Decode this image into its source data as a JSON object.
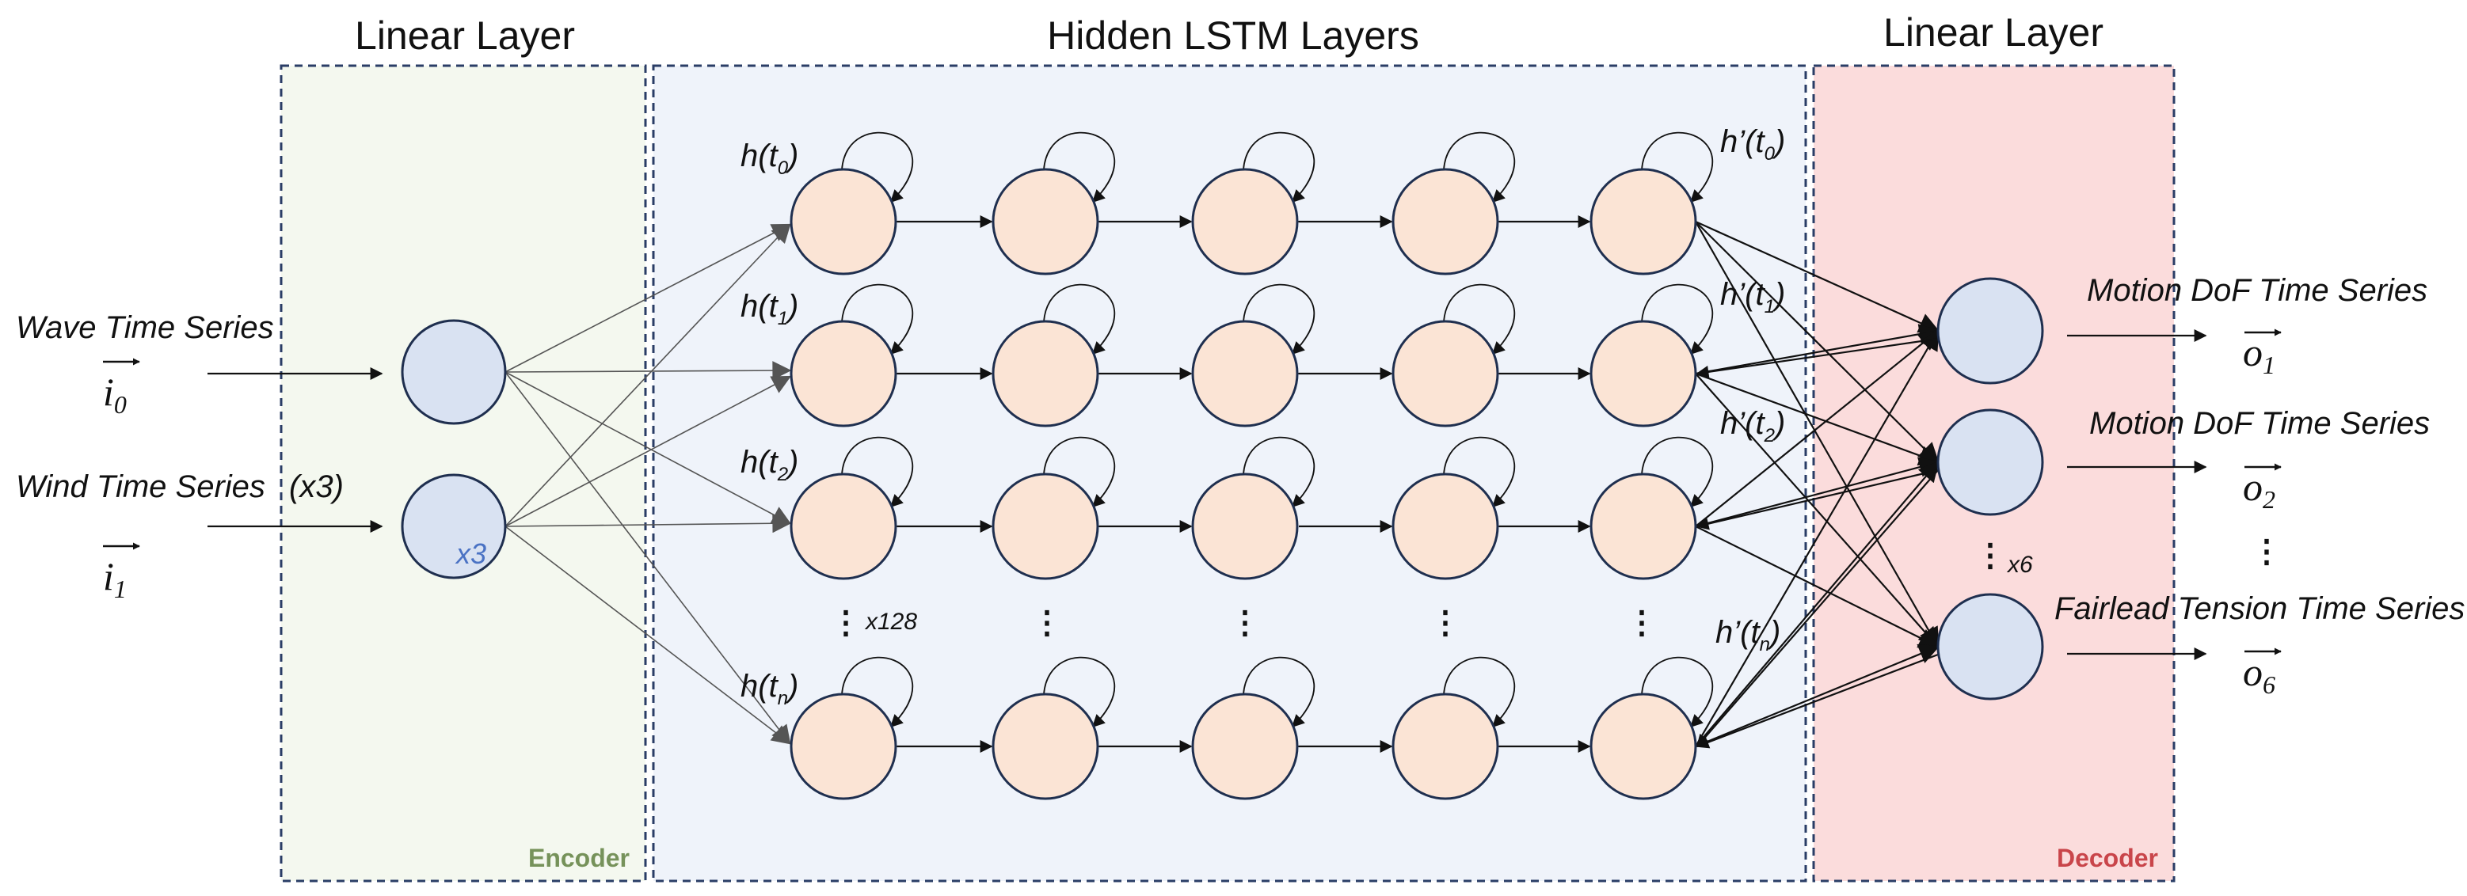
{
  "headers": {
    "encoder_layer": "Linear Layer",
    "hidden_layer": "Hidden LSTM Layers",
    "decoder_layer": "Linear Layer"
  },
  "box_tags": {
    "encoder": "Encoder",
    "decoder": "Decoder"
  },
  "inputs": {
    "wave_label": "Wave Time Series",
    "wave_symbol": "i",
    "wave_index": "0",
    "wind_label": "Wind Time Series",
    "wind_symbol": "i",
    "wind_index": "1",
    "wind_multiplier": "(x3)",
    "node_multiplier": "x3"
  },
  "hidden": {
    "left_labels": [
      {
        "base": "h(t",
        "sub": "0",
        "close": ")"
      },
      {
        "base": "h(t",
        "sub": "1",
        "close": ")"
      },
      {
        "base": "h(t",
        "sub": "2",
        "close": ")"
      },
      {
        "base": "h(t",
        "sub": "n",
        "close": ")"
      }
    ],
    "right_labels": [
      {
        "base": "h’(t",
        "sub": "0",
        "close": ")"
      },
      {
        "base": "h’(t",
        "sub": "1",
        "close": ")"
      },
      {
        "base": "h’(t",
        "sub": "2",
        "close": ")"
      },
      {
        "base": "h’(t",
        "sub": "n",
        "close": ")"
      }
    ],
    "units_multiplier": "x128",
    "ellipsis": "⋮"
  },
  "outputs": {
    "labels": [
      "Motion DoF Time Series",
      "Motion DoF Time Series",
      "Fairlead Tension Time Series"
    ],
    "symbol": "o",
    "indices": [
      "1",
      "2",
      "6"
    ],
    "multiplier": "x6",
    "ellipsis": "⋮"
  },
  "colors": {
    "encoder_fill": "#f4f8ef",
    "hidden_fill": "#eff3fa",
    "decoder_fill": "#fbdcdc",
    "linear_node": "#d9e2f2",
    "lstm_node": "#fbe4d5",
    "encoder_tag": "#76925a",
    "decoder_tag": "#c9454a",
    "x3_tag": "#4a72c4"
  }
}
